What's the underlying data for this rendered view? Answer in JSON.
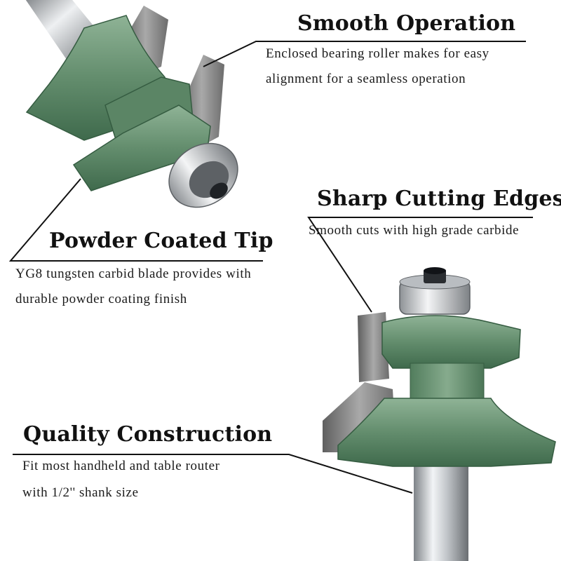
{
  "features": {
    "smooth_operation": {
      "title": "Smooth Operation",
      "line1": "Enclosed bearing roller makes for easy",
      "line2": "alignment for a seamless operation"
    },
    "sharp_cutting_edges": {
      "title": "Sharp Cutting Edges",
      "line1": "Smooth cuts with high grade carbide"
    },
    "powder_coated_tip": {
      "title": "Powder Coated Tip",
      "line1": "YG8 tungsten carbid blade provides with",
      "line2": "durable powder coating finish"
    },
    "quality_construction": {
      "title": "Quality Construction",
      "line1": "Fit most handheld and table router",
      "line2": "with 1/2'' shank size"
    }
  },
  "colors": {
    "coating_green": "#5f8a6a",
    "carbide_grey": "#8a8a8a",
    "steel": "#c9cdd1"
  }
}
